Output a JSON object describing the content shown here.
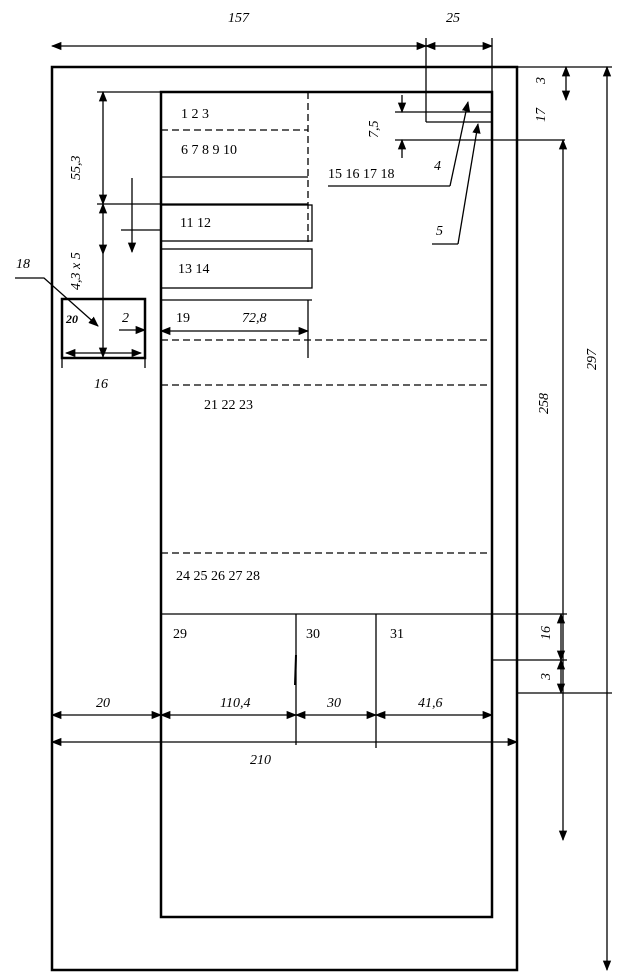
{
  "fields": {
    "f1": "1  2  3",
    "f6": "6  7  8  9  10",
    "f15": "15 16 17 18",
    "f11": "11  12",
    "f13": "13  14",
    "f19": "19",
    "f21": "21  22  23",
    "f24": "24  25  26  27  28",
    "f29": "29",
    "f30": "30",
    "f31": "31"
  },
  "dimensions": {
    "top_width": "157",
    "top_right": "25",
    "top_margin": "3",
    "header_offset": "17",
    "sub_height": "7,5",
    "left_height": "55,3",
    "left_lower": "4,3 x 5",
    "box_width": "16",
    "gap": "2",
    "field_width": "72,8",
    "inner_height": "258",
    "sheet_height": "297",
    "bottom_row": "16",
    "bottom_margin": "3",
    "left_margin": "20",
    "col1": "110,4",
    "col2": "30",
    "col3": "41,6",
    "sheet_width": "210"
  },
  "callouts": {
    "c4": "4",
    "c5": "5",
    "c18": "18",
    "c20": "20"
  }
}
